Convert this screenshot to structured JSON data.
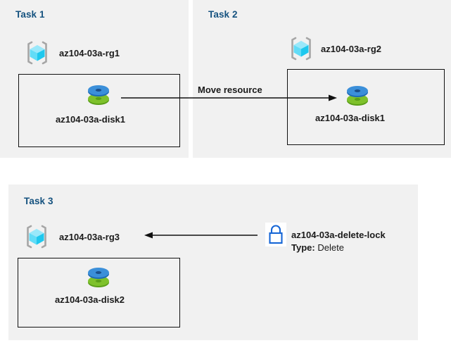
{
  "diagram": {
    "background_color": "#ffffff",
    "panel_color": "#f1f1f1",
    "title_color": "#15527f",
    "label_color": "#1a1a1a",
    "accent_cube_color": "#32c5f4",
    "disk_blue": "#2e8ad8",
    "disk_green": "#79b526",
    "lock_color": "#1666d6"
  },
  "panels": [
    {
      "title": "Task 1",
      "resource_group": {
        "icon": "resource-group-cube-icon",
        "label": "az104-03a-rg1"
      },
      "resource": {
        "icon": "managed-disk-icon",
        "label": "az104-03a-disk1"
      }
    },
    {
      "title": "Task 2",
      "resource_group": {
        "icon": "resource-group-cube-icon",
        "label": "az104-03a-rg2"
      },
      "resource": {
        "icon": "managed-disk-icon",
        "label": "az104-03a-disk1"
      }
    },
    {
      "title": "Task 3",
      "resource_group": {
        "icon": "resource-group-cube-icon",
        "label": "az104-03a-rg3"
      },
      "resource": {
        "icon": "managed-disk-icon",
        "label": "az104-03a-disk2"
      },
      "lock": {
        "icon": "resource-lock-icon",
        "label": "az104-03a-delete-lock",
        "type_key": "Type:",
        "type_value": "Delete"
      }
    }
  ],
  "connectors": {
    "move_resource": {
      "label": "Move resource",
      "direction": "right"
    },
    "apply_lock": {
      "label": "",
      "direction": "left"
    }
  }
}
